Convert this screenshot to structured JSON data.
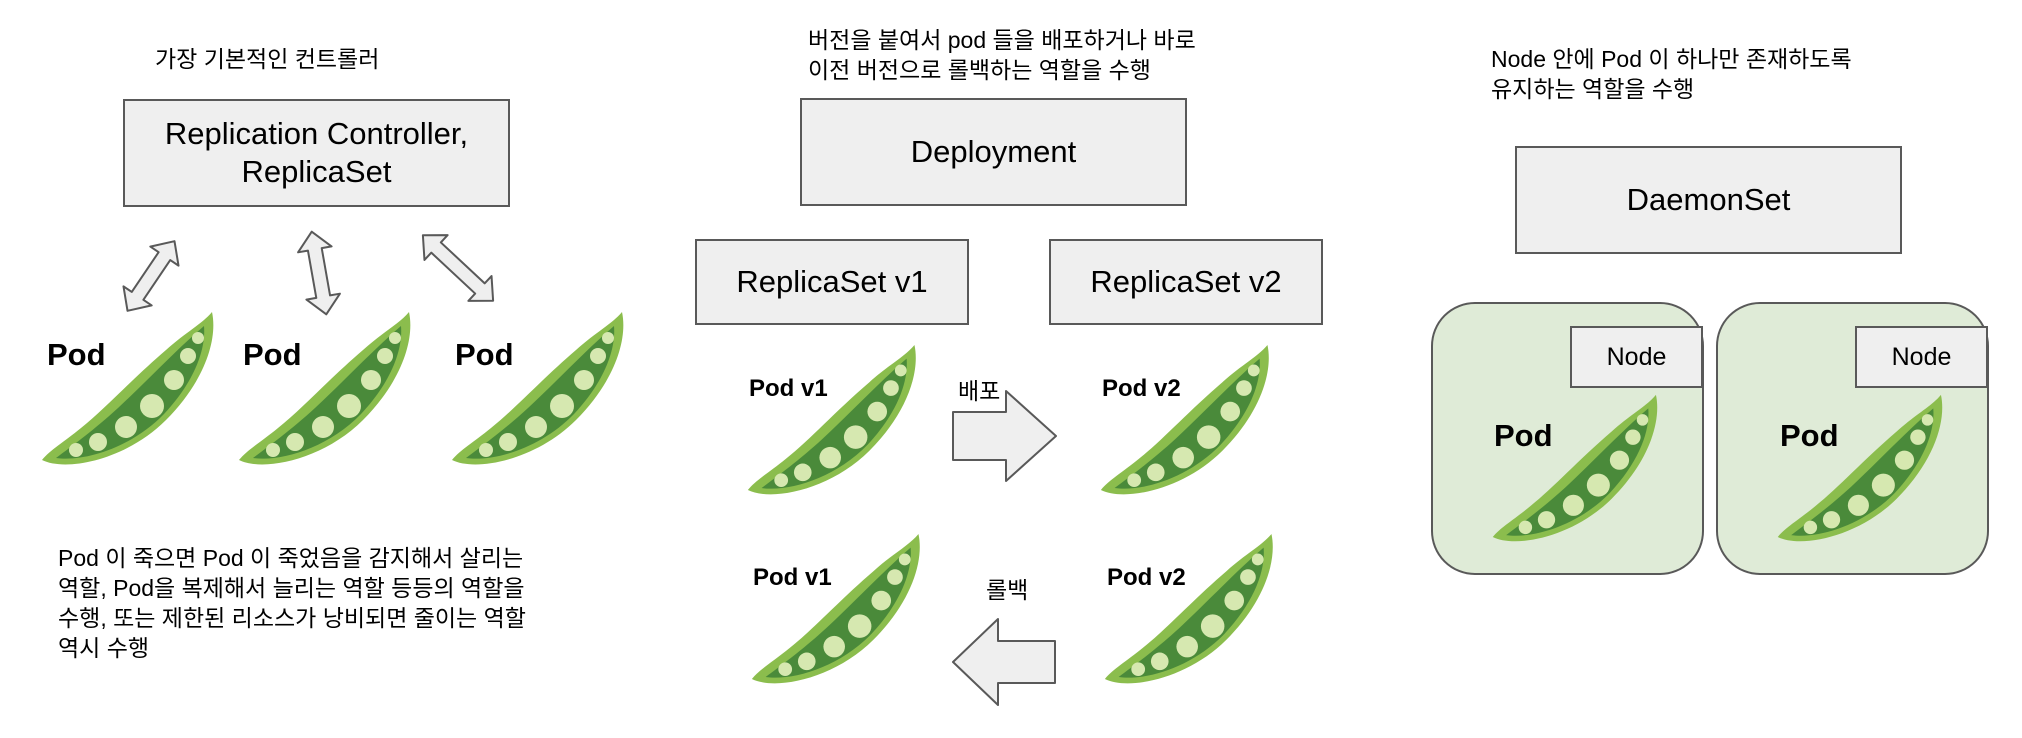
{
  "left": {
    "caption": "가장 기본적인 컨트롤러",
    "box_line1": "Replication Controller,",
    "box_line2": "ReplicaSet",
    "pods": [
      "Pod",
      "Pod",
      "Pod"
    ],
    "description": [
      "Pod 이 죽으면 Pod 이 죽었음을 감지해서 살리는",
      "역할, Pod을 복제해서 늘리는 역할 등등의 역할을",
      "수행, 또는 제한된 리소스가 낭비되면 줄이는 역할",
      "역시 수행"
    ]
  },
  "middle": {
    "caption": [
      "버전을 붙여서 pod 들을 배포하거나 바로",
      "이전 버전으로 롤백하는 역할을 수행"
    ],
    "deployment": "Deployment",
    "replicaset_v1": "ReplicaSet v1",
    "replicaset_v2": "ReplicaSet v2",
    "deploy_label": "배포",
    "rollback_label": "롤백",
    "pod_v1": "Pod v1",
    "pod_v2": "Pod v2"
  },
  "right": {
    "caption": [
      "Node 안에 Pod 이 하나만 존재하도록",
      "유지하는 역할을 수행"
    ],
    "daemonset": "DaemonSet",
    "node_label": "Node",
    "pod_label": "Pod"
  },
  "colors": {
    "box_fill": "#efefef",
    "border": "#595959",
    "node_panel": "#dfebd7",
    "pea_outer": "#8bbd4d",
    "pea_inner": "#4a8a3a",
    "pea_seed": "#d6e8b0"
  }
}
